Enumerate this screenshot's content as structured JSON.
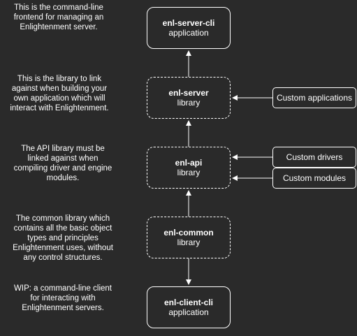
{
  "nodes": {
    "server_cli": {
      "title": "enl-server-cli",
      "subtitle": "application"
    },
    "server": {
      "title": "enl-server",
      "subtitle": "library"
    },
    "api": {
      "title": "enl-api",
      "subtitle": "library"
    },
    "common": {
      "title": "enl-common",
      "subtitle": "library"
    },
    "client_cli": {
      "title": "enl-client-cli",
      "subtitle": "application"
    }
  },
  "externals": {
    "custom_applications": "Custom applications",
    "custom_drivers": "Custom drivers",
    "custom_modules": "Custom modules"
  },
  "notes": {
    "server_cli": [
      "This is the command-line",
      "frontend for managing an",
      "Enlightenment server."
    ],
    "server": [
      "This is the library to link",
      "against when building your",
      "own application which will",
      "interact with Enlightenment."
    ],
    "api": [
      "The API library must be",
      "linked against when",
      "compiling driver and engine",
      "modules."
    ],
    "common": [
      "The common library which",
      "contains all the basic object",
      "types and principles",
      "Enlightenment uses, without",
      "any control structures."
    ],
    "client_cli": [
      "WIP: a command-line client",
      "for interacting with",
      "Enlightenment servers."
    ]
  },
  "colors": {
    "background": "#2a2a2a",
    "foreground": "#ffffff"
  }
}
